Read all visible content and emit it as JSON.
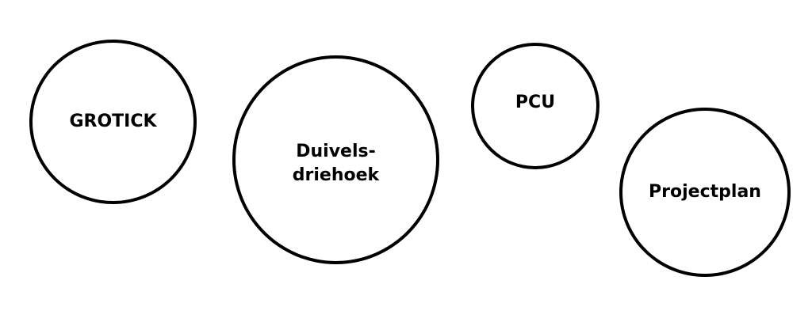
{
  "diagram": {
    "nodes": [
      {
        "id": "grotick",
        "label_lines": [
          "GROTICK"
        ]
      },
      {
        "id": "duivelsdriehoek",
        "label_lines": [
          "Duivels-",
          "driehoek"
        ]
      },
      {
        "id": "pcu",
        "label_lines": [
          "PCU"
        ]
      },
      {
        "id": "projectplan",
        "label_lines": [
          "Projectplan"
        ]
      }
    ]
  },
  "colors": {
    "stroke": "#000000",
    "text": "#000000",
    "background": "#ffffff"
  }
}
